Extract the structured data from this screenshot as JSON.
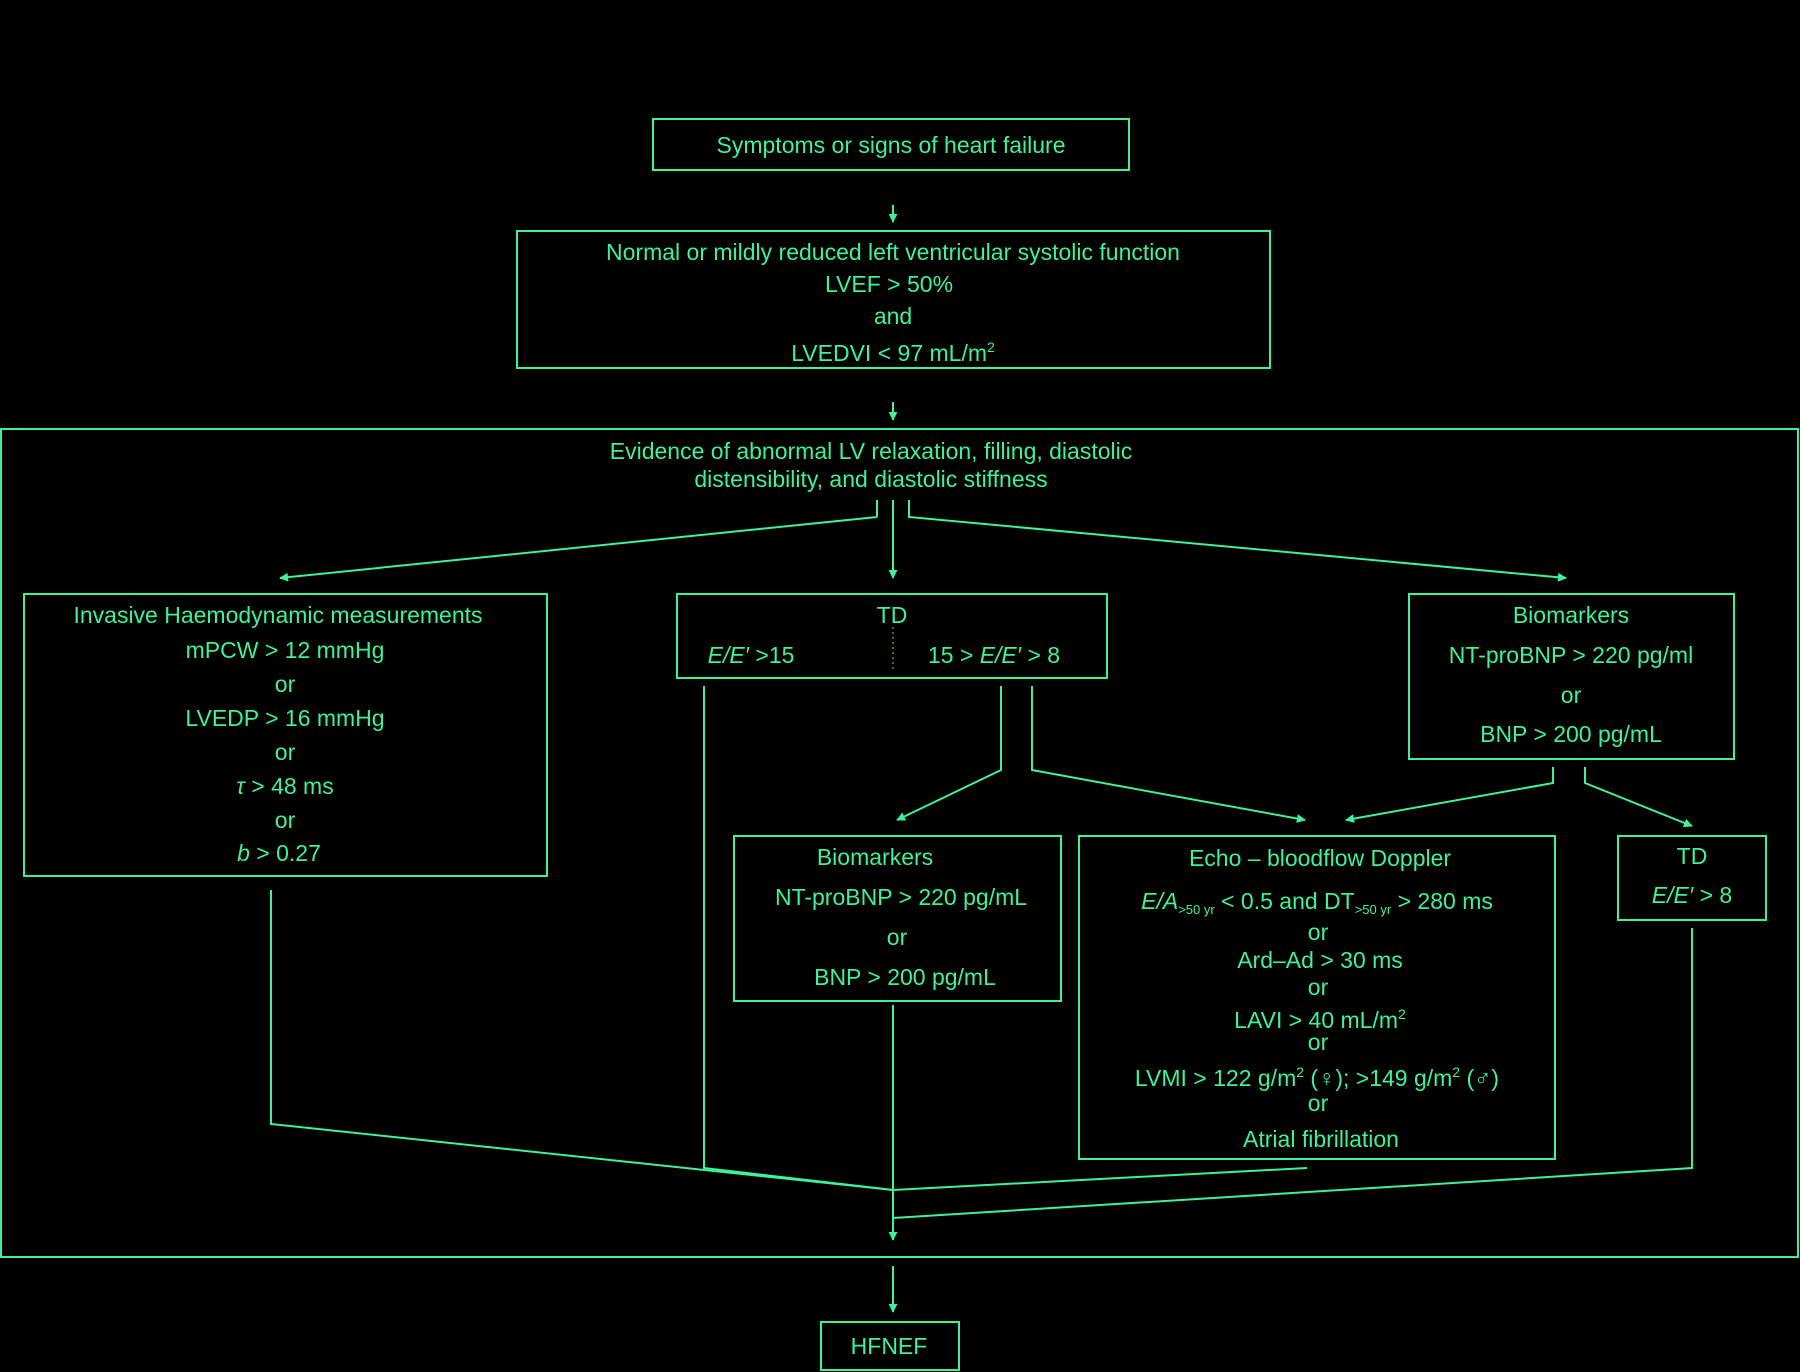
{
  "colors": {
    "background": "#000000",
    "foreground": "#3cf29a"
  },
  "nodes": {
    "symptoms": {
      "text": "Symptoms  or signs of heart failure"
    },
    "lv_function": {
      "line1": "Normal or mildly reduced left ventricular systolic function",
      "line2": "LVEF > 50%",
      "line3": "and",
      "line4_main": "LVEDVI < 97 mL/m",
      "line4_sup": "2"
    },
    "evidence": {
      "line1": "Evidence of abnormal LV relaxation, filling, diastolic",
      "line2": "distensibility, and diastolic stiffness"
    },
    "invasive": {
      "title": "Invasive Haemodynamic measurements",
      "l1": "mPCW > 12 mmHg",
      "or1": "or",
      "l2": "LVEDP > 16 mmHg",
      "or2": "or",
      "l3_sym": "τ",
      "l3_rest": " > 48 ms",
      "or3": "or",
      "l4_sym": "b",
      "l4_rest": " > 0.27"
    },
    "td_center": {
      "title": "TD",
      "left_sym": "E/E′",
      "left_rest": " >15",
      "right_pre": "15 > ",
      "right_sym": "E/E′",
      "right_rest": " > 8"
    },
    "biomarkers_right": {
      "title": "Biomarkers",
      "l1": "NT-proBNP > 220 pg/ml",
      "or": "or",
      "l2": "BNP > 200 pg/mL"
    },
    "biomarkers_mid": {
      "title": "Biomarkers",
      "l1": "NT-proBNP > 220 pg/mL",
      "or": "or",
      "l2": "BNP > 200 pg/mL"
    },
    "echo": {
      "title": "Echo – bloodflow Doppler",
      "l1_sym": "E/A",
      "l1_sub1": ">50 yr",
      "l1_mid": " < 0.5 and DT",
      "l1_sub2": ">50 yr",
      "l1_end": " > 280 ms",
      "or1": "or",
      "l2": "Ard–Ad > 30 ms",
      "or2": "or",
      "l3_main": "LAVI > 40 mL/m",
      "l3_sup": "2",
      "or3": "or",
      "l4_a": "LVMI > 122 g/m",
      "l4_sup1": "2",
      "l4_b": " (♀); >149 g/m",
      "l4_sup2": "2",
      "l4_c": " (♂)",
      "or4": "or",
      "l5": "Atrial fibrillation"
    },
    "td_small": {
      "title": "TD",
      "l1_sym": "E/E′",
      "l1_rest": " > 8"
    },
    "hfnef": {
      "text": "HFNEF"
    }
  }
}
